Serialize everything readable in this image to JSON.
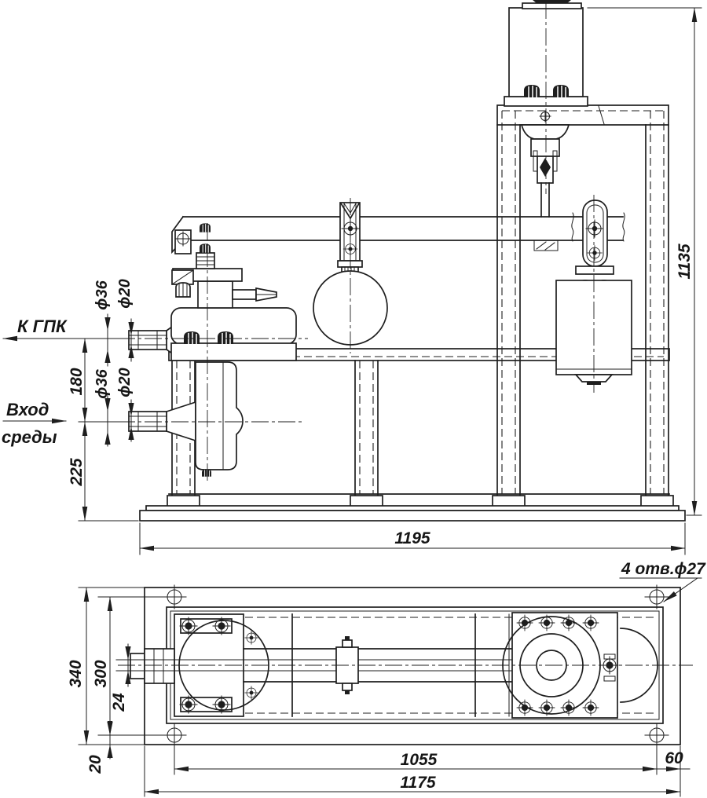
{
  "meta": {
    "background": "#ffffff",
    "line_color": "#1e1e1e",
    "drawing_type": "technical-drawing-two-views"
  },
  "labels": {
    "outlet": "К ГПК",
    "inlet_line1": "Вход",
    "inlet_line2": "среды",
    "holes_note": "4 отв.ϕ27"
  },
  "front_view_dims": {
    "pipe_top_outer": "ϕ36",
    "pipe_top_bore": "ϕ20",
    "pipe_bottom_outer": "ϕ36",
    "pipe_bottom_bore": "ϕ20",
    "pipe_spacing": "180",
    "pipe_height": "225",
    "overall_height": "1135",
    "base_length": "1195"
  },
  "plan_view_dims": {
    "plate_width": "340",
    "hole_span_width": "300",
    "shaft_width": "24",
    "hole_edge_margin": "20",
    "hole_span_length": "1055",
    "hole_end_margin": "60",
    "plate_length": "1175"
  }
}
